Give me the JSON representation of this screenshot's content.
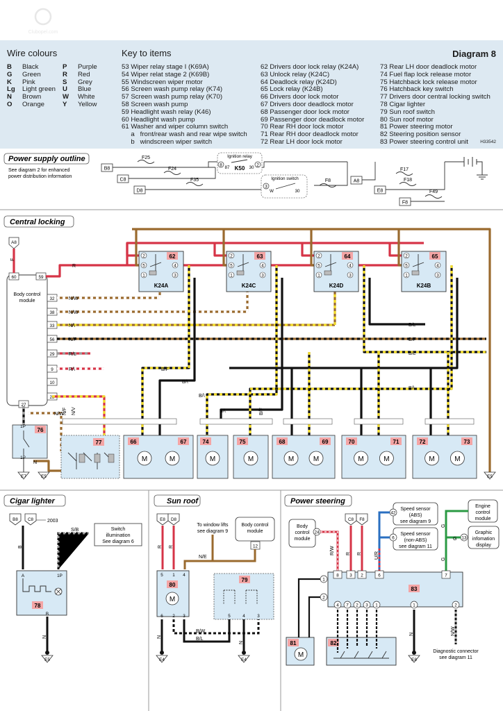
{
  "watermark": "Clubopel.com",
  "diagram_title": "Diagram 8",
  "ref_code": "H33542",
  "wire_colours": {
    "title": "Wire colours",
    "col1": [
      [
        "B",
        "Black"
      ],
      [
        "G",
        "Green"
      ],
      [
        "K",
        "Pink"
      ],
      [
        "Lg",
        "Light green"
      ],
      [
        "N",
        "Brown"
      ],
      [
        "O",
        "Orange"
      ]
    ],
    "col2": [
      [
        "P",
        "Purple"
      ],
      [
        "R",
        "Red"
      ],
      [
        "S",
        "Grey"
      ],
      [
        "U",
        "Blue"
      ],
      [
        "W",
        "White"
      ],
      [
        "Y",
        "Yellow"
      ]
    ]
  },
  "key": {
    "title": "Key to items",
    "col1": [
      "53 Wiper relay stage I (K69A)",
      "54 Wiper relat stage 2 (K69B)",
      "55 Windscreen wiper motor",
      "56 Screen wash pump relay (K74)",
      "57 Screen wash pump relay (K70)",
      "58 Screen wash pump",
      "59 Headlight wash relay (K46)",
      "60 Headlight wash pump",
      "61 Washer and wiper column switch",
      "     a   front/rear wash and rear wipe switch",
      "     b   windscreen wiper switch"
    ],
    "col2": [
      "62 Drivers door lock relay (K24A)",
      "63 Unlock relay (K24C)",
      "64 Deadlock relay (K24D)",
      "65 Lock relay (K24B)",
      "66 Drivers door lock motor",
      "67 Drivers door deadlock motor",
      "68 Passenger door lock motor",
      "69 Passenger door deadlock motor",
      "70 Rear RH door lock motor",
      "71 Rear RH door deadlock motor",
      "72 Rear LH door lock motor"
    ],
    "col3": [
      "73 Rear LH door deadlock motor",
      "74 Fuel flap lock release motor",
      "75 Hatchback lock release motor",
      "76 Hatchback key switch",
      "77 Drivers door central locking switch",
      "78 Cigar lighter",
      "79 Sun roof switch",
      "80 Sun roof motor",
      "81 Power steering motor",
      "82 Steering position sensor",
      "83 Power steering control unit"
    ]
  },
  "power_supply": {
    "title": "Power supply outline",
    "note1": "See diagram 2 for enhanced",
    "note2": "power distribution information",
    "ignition_relay": "Ignition relay",
    "ignition_switch": "Ignition switch",
    "fuses": [
      "F25",
      "F24",
      "F35",
      "F8",
      "F17",
      "F18",
      "F49"
    ],
    "relay_name": "K50",
    "relay_pins": [
      "8",
      "87",
      "30",
      "2"
    ],
    "switch_pins": [
      "3",
      "W",
      "30"
    ],
    "connectors": [
      "B8",
      "C8",
      "D8",
      "A8",
      "E8",
      "F8"
    ]
  },
  "central_locking": {
    "title": "Central locking",
    "bcm_label1": "Body control",
    "bcm_label2": "module",
    "relays": [
      {
        "num": "62",
        "name": "K24A"
      },
      {
        "num": "63",
        "name": "K24C"
      },
      {
        "num": "64",
        "name": "K24D"
      },
      {
        "num": "65",
        "name": "K24B"
      }
    ],
    "bcm_pins": [
      "60",
      "59",
      "32",
      "38",
      "33",
      "56",
      "29",
      "9",
      "10",
      "28",
      "27"
    ],
    "wire_labels": [
      "F",
      "R",
      "N/W",
      "N/W",
      "N/\\",
      "N/F",
      "R/L",
      "R/\\",
      "B/F",
      "B/\\",
      "B/L",
      "B/F",
      "B/L",
      "B/\\",
      "N/F",
      "N/V",
      "B/F",
      "B/\\",
      "B/\\",
      "N/W",
      "N"
    ],
    "items": [
      "66",
      "67",
      "74",
      "75",
      "68",
      "69",
      "70",
      "71",
      "72",
      "73",
      "76",
      "77"
    ],
    "pins76": [
      "1P",
      "1P"
    ],
    "grounds": [
      "E7",
      "E5",
      "E5"
    ],
    "motor": "M"
  },
  "cigar": {
    "title": "Cigar lighter",
    "year": "2003",
    "connectors": [
      "B8",
      "C8"
    ],
    "item": "78",
    "pins": [
      "A",
      "1P",
      "B"
    ],
    "wire_labels": [
      "B",
      "S/B",
      "N"
    ],
    "note": [
      "Switch",
      "illumination",
      "See diagram 6"
    ],
    "ground": "E5"
  },
  "sunroof": {
    "title": "Sun roof",
    "connectors": [
      "E8",
      "D8"
    ],
    "note": [
      "To window lifts",
      "see diagram 9"
    ],
    "bcm": [
      "Body control",
      "module"
    ],
    "item_motor": "80",
    "item_switch": "79",
    "pins": [
      "5",
      "1",
      "4",
      "6",
      "2",
      "3",
      "5",
      "4",
      "3",
      "12"
    ],
    "wire_labels": [
      "R",
      "R",
      "N/E",
      "B/W",
      "B/L",
      "N",
      "N"
    ],
    "grounds": [
      "E4",
      "E4"
    ]
  },
  "power_steering": {
    "title": "Power steering",
    "bcm": [
      "Body",
      "control",
      "module"
    ],
    "sensor_abs": [
      "Speed sensor",
      "(ABS)",
      "see diagram 9"
    ],
    "sensor_nonabs": [
      "Speed sensor",
      "(non-ABS)",
      "see diagram 11"
    ],
    "engine": [
      "Engine",
      "control",
      "module"
    ],
    "graphic": [
      "Graphic",
      "infomation",
      "display"
    ],
    "diag": [
      "Diagnostic connector",
      "see diagram 11"
    ],
    "connectors": [
      "C8",
      "F8"
    ],
    "items": [
      "81",
      "82",
      "83"
    ],
    "pins": [
      "24",
      "42",
      "6",
      "13",
      "8",
      "3",
      "2",
      "6",
      "7",
      "1",
      "2",
      "4",
      "7",
      "2",
      "3",
      "1",
      "1",
      "2"
    ],
    "wire_labels": [
      "R/W",
      "R",
      "R",
      "U/R",
      "G",
      "G",
      "G",
      "N",
      "N/W"
    ],
    "ground": "E8"
  }
}
